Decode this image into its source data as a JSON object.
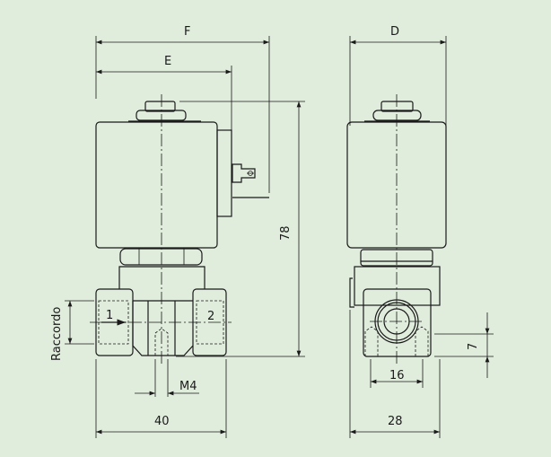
{
  "front_view": {
    "dim_F": "F",
    "dim_E": "E",
    "dim_height": "78",
    "dim_port": "Raccordo",
    "port_1": "1",
    "port_2": "2",
    "dim_thread": "M4",
    "dim_width": "40"
  },
  "side_view": {
    "dim_D": "D",
    "dim_spacing": "16",
    "dim_offset": "7",
    "dim_width": "28"
  }
}
